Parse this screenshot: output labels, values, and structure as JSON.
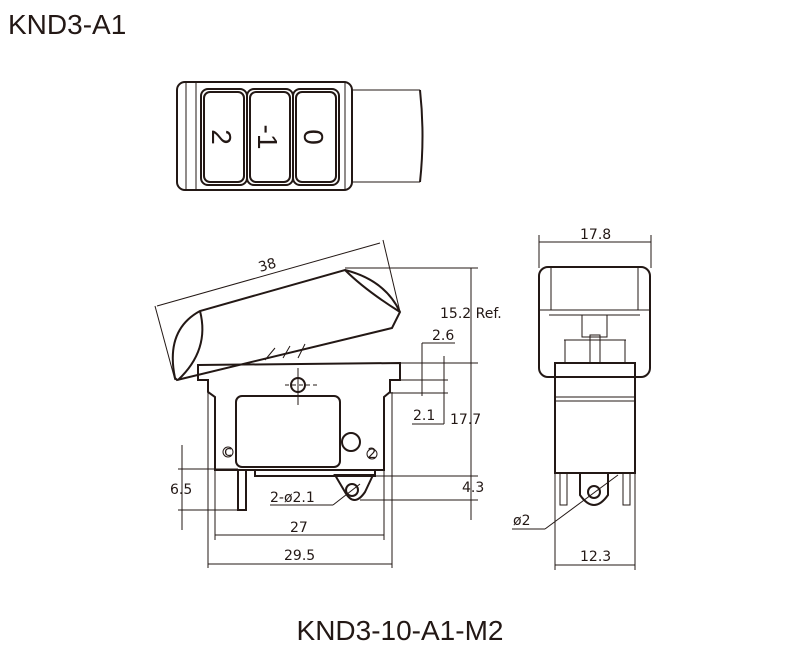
{
  "drawing": {
    "title_top": "KND3-A1",
    "title_bottom": "KND3-10-A1-M2",
    "rocker_positions": [
      "2",
      "-1",
      "0"
    ],
    "terminal_marks": [
      "c",
      "2"
    ],
    "dimensions": {
      "rocker_length": "38",
      "height_ref": "15.2 Ref.",
      "flange_offset": "2.6",
      "flange_thickness": "2.1",
      "body_height": "17.7",
      "terminal_length": "6.5",
      "terminal_hole_offset": "4.3",
      "terminal_holes": "2-ø2.1",
      "body_width_inner": "27",
      "body_width_outer": "29.5",
      "cap_width": "17.8",
      "hole_dia": "ø2",
      "body_depth": "12.3"
    }
  }
}
